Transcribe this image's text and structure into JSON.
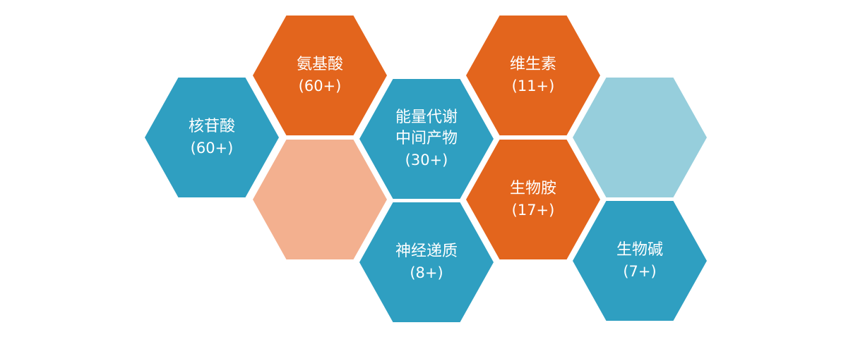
{
  "colors": {
    "orange": "#e3651d",
    "teal": "#2f9fc1",
    "light_orange": "#f3b08f",
    "light_teal": "#96cedc"
  },
  "hexagons": [
    {
      "id": "nucleotides",
      "lines": [
        "核苷酸"
      ],
      "count": "(60+)",
      "color": "teal"
    },
    {
      "id": "amino-acids",
      "lines": [
        "氨基酸"
      ],
      "count": "(60+)",
      "color": "orange"
    },
    {
      "id": "filler-left",
      "lines": [],
      "count": "",
      "color": "light_orange"
    },
    {
      "id": "energy-metabolism",
      "lines": [
        "能量代谢",
        "中间产物"
      ],
      "count": "(30+)",
      "color": "teal"
    },
    {
      "id": "neurotransmitters",
      "lines": [
        "神经递质"
      ],
      "count": "(8+)",
      "color": "teal"
    },
    {
      "id": "vitamins",
      "lines": [
        "维生素"
      ],
      "count": "(11+)",
      "color": "orange"
    },
    {
      "id": "biogenic-amines",
      "lines": [
        "生物胺"
      ],
      "count": "(17+)",
      "color": "orange"
    },
    {
      "id": "filler-right",
      "lines": [],
      "count": "",
      "color": "light_teal"
    },
    {
      "id": "alkaloids",
      "lines": [
        "生物碱"
      ],
      "count": "(7+)",
      "color": "teal"
    }
  ]
}
